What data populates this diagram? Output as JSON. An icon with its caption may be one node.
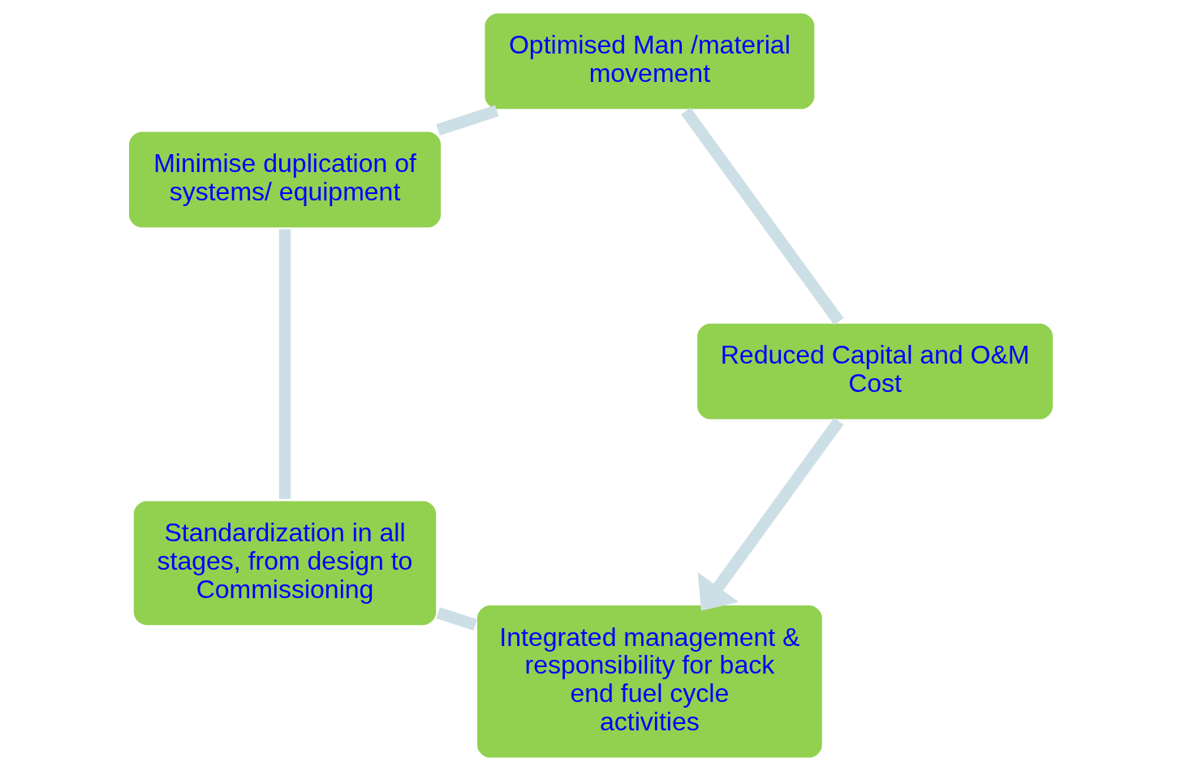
{
  "diagram": {
    "nodes": [
      {
        "text": [
          "Integrated management & responsibility for back end fuel cycle activities"
        ]
      },
      {
        "text": [
          "Standardization in all stages, from design to Commissioning"
        ]
      },
      {
        "text": [
          "Minimise duplication of systems/ equipment"
        ]
      },
      {
        "text": [
          "Optimised Man /material movement"
        ]
      },
      {
        "text": [
          "Reduced Capital and O&M Cost"
        ]
      }
    ],
    "edges": [
      {
        "from": 0,
        "to": 1,
        "arrow": "none"
      },
      {
        "from": 1,
        "to": 2,
        "arrow": "none"
      },
      {
        "from": 2,
        "to": 3,
        "arrow": "none"
      },
      {
        "from": 3,
        "to": 4,
        "arrow": "none"
      },
      {
        "from": 4,
        "to": 0,
        "arrow": "to"
      }
    ]
  }
}
